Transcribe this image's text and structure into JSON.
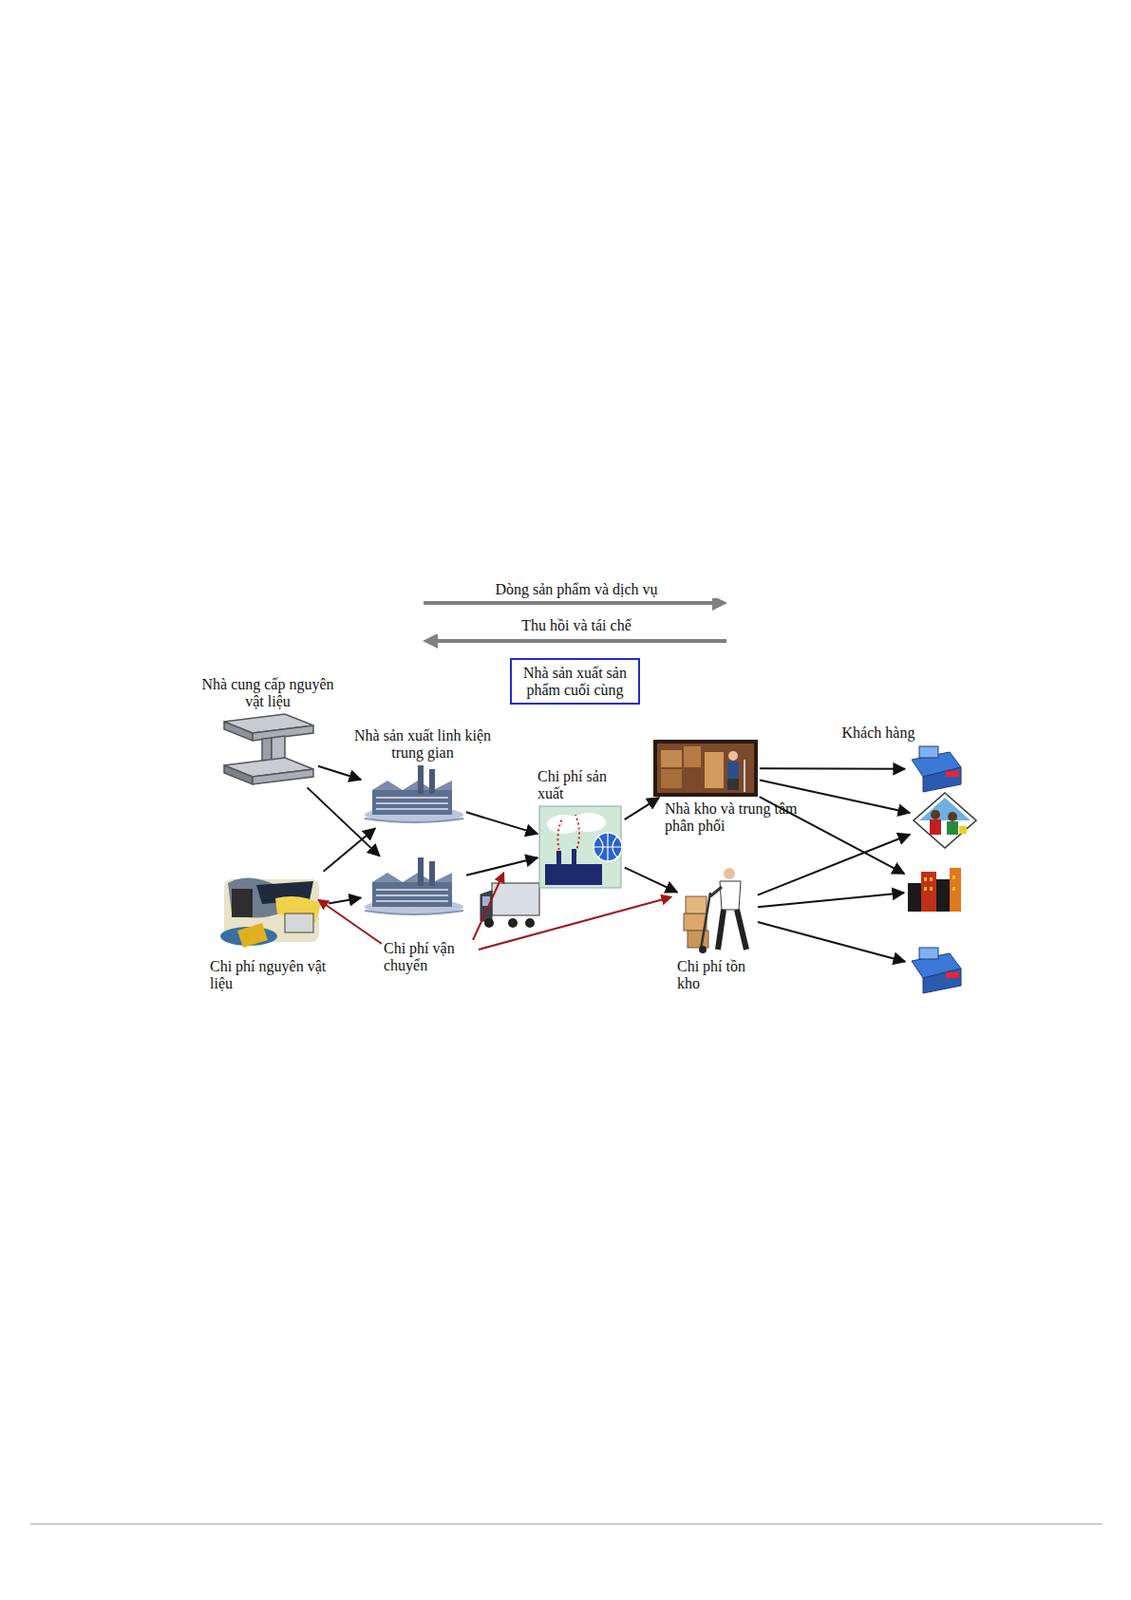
{
  "diagram": {
    "nodes": [
      {
        "text": [
          "Nhà sản xuất sản phẩm cuối cùng"
        ]
      },
      {
        "text": [
          "Nhà cung cấp nguyên vật liệu"
        ]
      },
      {
        "text": [
          "Chi phí nguyên vật liệu"
        ]
      },
      {
        "text": [
          "Nhà sản xuất linh kiện trung gian"
        ]
      },
      {
        "text": []
      },
      {
        "text": [
          "Chi phí sản xuất"
        ]
      },
      {
        "text": [
          "Nhà kho và trung tâm phân phối"
        ]
      },
      {
        "text": [
          "Chi phí tồn kho"
        ]
      },
      {
        "text": [
          "Khách hàng"
        ]
      },
      {
        "text": []
      },
      {
        "text": []
      },
      {
        "text": []
      }
    ],
    "edges": [
      {
        "from": 1,
        "to": 3,
        "arrow": "to"
      },
      {
        "from": 1,
        "to": 4,
        "arrow": "to"
      },
      {
        "from": 2,
        "to": 3,
        "arrow": "to"
      },
      {
        "from": 2,
        "to": 4,
        "arrow": "to"
      },
      {
        "from": 3,
        "to": 5,
        "arrow": "to"
      },
      {
        "from": 4,
        "to": 5,
        "arrow": "to"
      },
      {
        "from": 5,
        "to": 6,
        "arrow": "to"
      },
      {
        "from": 5,
        "to": 7,
        "arrow": "to"
      },
      {
        "from": 6,
        "to": 8,
        "arrow": "to"
      },
      {
        "from": 6,
        "to": 9,
        "arrow": "to"
      },
      {
        "from": 6,
        "to": 10,
        "arrow": "to"
      },
      {
        "from": 7,
        "to": 9,
        "arrow": "to"
      },
      {
        "from": 7,
        "to": 10,
        "arrow": "to"
      },
      {
        "from": 7,
        "to": 11,
        "arrow": "to"
      }
    ],
    "labels": [
      "Dòng sản phẩm và dịch vụ",
      "Thu hồi và tái chế",
      "Chi phí vận chuyển"
    ]
  }
}
